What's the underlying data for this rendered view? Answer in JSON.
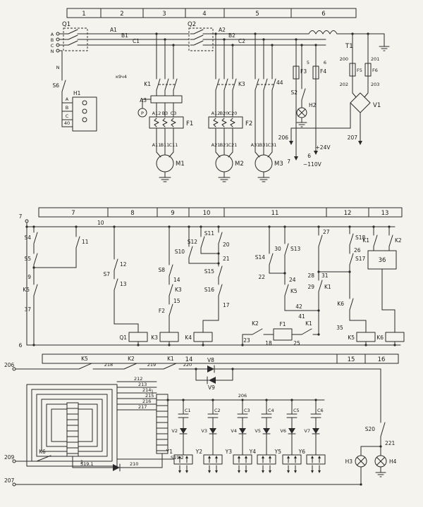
{
  "top": {
    "columns": [
      "1",
      "2",
      "3",
      "4",
      "5",
      "6"
    ],
    "input": {
      "phases": [
        "A",
        "B",
        "C"
      ],
      "neutral": "N"
    },
    "q1": "Q1",
    "q2": "Q2",
    "bus1": [
      "A1",
      "B1",
      "C1"
    ],
    "bus2": [
      "A2",
      "B2",
      "C2"
    ],
    "s6": "S6",
    "h1": "H1",
    "h1_rows": [
      "A",
      "B",
      "C",
      "40"
    ],
    "wire_note": "к9ч4",
    "k1": "K1",
    "a3": "A3",
    "gauge": "P",
    "f1": {
      "label": "F1",
      "top": [
        "A12",
        "B3",
        "C3"
      ]
    },
    "m1": {
      "label": "M1",
      "wires": [
        "A11",
        "B11",
        "C11"
      ]
    },
    "k3": "K3",
    "f2": {
      "label": "F2",
      "top": [
        "A12",
        "B20",
        "C20"
      ]
    },
    "m2": {
      "label": "M2",
      "wires": [
        "A21",
        "B21",
        "C21"
      ]
    },
    "n44": "44",
    "m3": {
      "label": "M3",
      "wires": [
        "A31",
        "B31",
        "C31"
      ]
    },
    "s2": "S2",
    "h2": "H2",
    "t1": "T1",
    "fuses": {
      "f3": "F3",
      "f4": "F4",
      "f5": "F5",
      "f6": "F6",
      "n5": "5",
      "n6": "6",
      "n200": "200",
      "n201": "201",
      "n202": "202",
      "n203": "203"
    },
    "v1": "V1",
    "out": {
      "n206": "206",
      "v24": "+24V",
      "n207": "207",
      "n7": "7",
      "n6": "6",
      "v110": "~110V"
    }
  },
  "mid": {
    "columns": [
      "7",
      "8",
      "9",
      "10",
      "11",
      "12",
      "13"
    ],
    "rail_top": "7",
    "rail_bottom": "6",
    "w10": "10",
    "s4": "S4",
    "s5": "S5",
    "n11": "11",
    "n9": "9",
    "k5": "K5",
    "n37": "37",
    "n12": "12",
    "s7": "S7",
    "n13": "13",
    "s8": "S8",
    "n14": "14",
    "k3": "K3",
    "n15": "15",
    "f2": "F2",
    "s10": "S10",
    "s11": "S11",
    "s12": "S12",
    "n20": "20",
    "n21": "21",
    "s15": "S15",
    "s16": "S16",
    "n17": "17",
    "s13": "S13",
    "s14": "S14",
    "n30": "30",
    "n22": "22",
    "n24": "24",
    "k5b": "K5",
    "n42": "42",
    "n41": "41",
    "n27": "27",
    "n31": "31",
    "n28": "28",
    "n29": "29",
    "k1b": "K1",
    "s18": "S18",
    "n26": "26",
    "s17": "S17",
    "k1c": "K1",
    "k2c": "K2",
    "n36": "36",
    "k6b": "K6",
    "n35": "35",
    "k2d": "K2",
    "n23": "23",
    "n18": "18",
    "f1": "F1",
    "n25": "25",
    "k1d": "K1",
    "coils": {
      "q1": "Q1",
      "k3": "K3",
      "k4": "K4",
      "k5": "K5",
      "k6": "K6"
    }
  },
  "bot": {
    "columns": [
      "14",
      "15",
      "16"
    ],
    "n206": "206",
    "n209": "209",
    "n207": "207",
    "k6": "K6",
    "k5": "K5",
    "n218": "218",
    "k2": "K2",
    "n219": "219",
    "k1": "K1",
    "n220": "220",
    "v8": "V8",
    "v9": "V9",
    "stack": [
      "212",
      "213",
      "214",
      "215",
      "216",
      "217"
    ],
    "s191": "S19.1",
    "n210": "210",
    "s192": "S19.2",
    "n1a": "1",
    "n1b": "1",
    "n206b": "206",
    "caps": [
      "C1",
      "C2",
      "C3",
      "C4",
      "C5",
      "C6"
    ],
    "diodes": [
      "V2",
      "V3",
      "V4",
      "V5",
      "V6",
      "V7"
    ],
    "valves": [
      "Y1",
      "Y2",
      "Y3",
      "Y4",
      "Y5",
      "Y6"
    ],
    "s20": "S20",
    "n221": "221",
    "h3": "H3",
    "h4": "H4"
  }
}
